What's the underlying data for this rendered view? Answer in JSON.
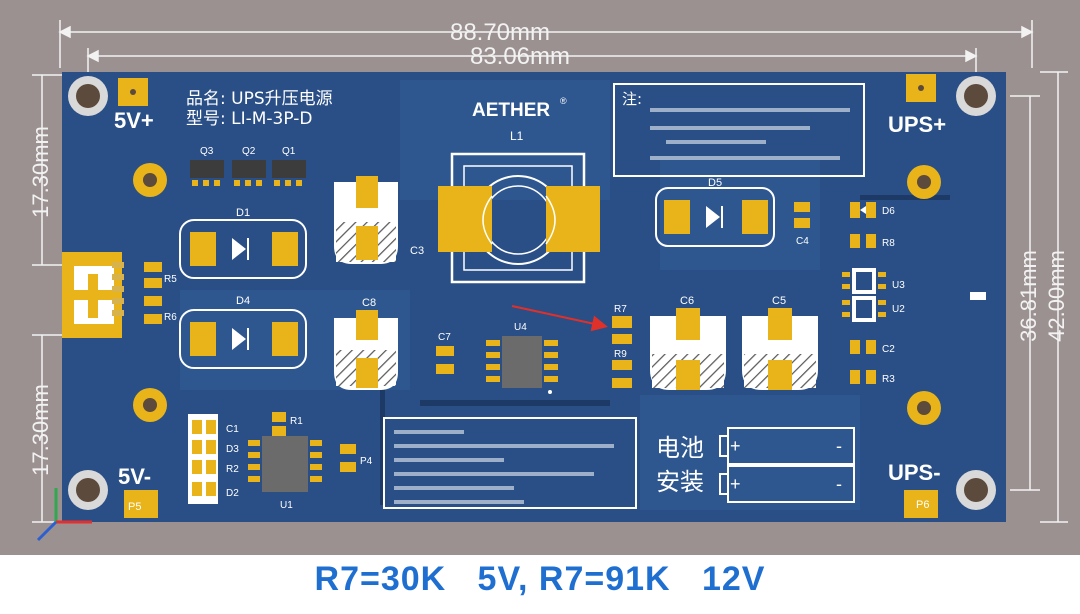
{
  "dimensions": {
    "overall_width": "88.70mm",
    "hole_width": "83.06mm",
    "top_height": "17.30mm",
    "bottom_height": "17.30mm",
    "hole_height": "36.81mm",
    "overall_height": "42.00mm"
  },
  "board": {
    "product_label": "品名: UPS升压电源",
    "model_label": "型号: LI-M-3P-D",
    "brand": "AETHER",
    "brand_mark": "®",
    "note_title": "注:",
    "battery_label_line1": "电池",
    "battery_label_line2": "安装",
    "plus_sign": "+",
    "minus_sign": "-",
    "terminals": {
      "v5_plus": "5V+",
      "v5_minus": "5V-",
      "ups_plus": "UPS+",
      "ups_minus": "UPS-"
    },
    "components": {
      "L1": "L1",
      "Q1": "Q1",
      "Q2": "Q2",
      "Q3": "Q3",
      "D1": "D1",
      "D2": "D2",
      "D3": "D3",
      "D4": "D4",
      "D5": "D5",
      "D6": "D6",
      "C1": "C1",
      "C2": "C2",
      "C3": "C3",
      "C4": "C4",
      "C5": "C5",
      "C6": "C6",
      "C7": "C7",
      "C8": "C8",
      "R1": "R1",
      "R2": "R2",
      "R3": "R3",
      "R5": "R5",
      "R6": "R6",
      "R7": "R7",
      "R8": "R8",
      "R9": "R9",
      "U1": "U1",
      "U2": "U2",
      "U3": "U3",
      "U4": "U4",
      "P4": "P4",
      "P5": "P5",
      "P6": "P6"
    }
  },
  "colors": {
    "board": "#2a4f86",
    "pad": "#e8b41a",
    "annotation_arrow": "#e0302a",
    "caption": "#1f6fd1",
    "background": "#9c9191"
  },
  "caption": "R7=30K   5V, R7=91K   12V"
}
